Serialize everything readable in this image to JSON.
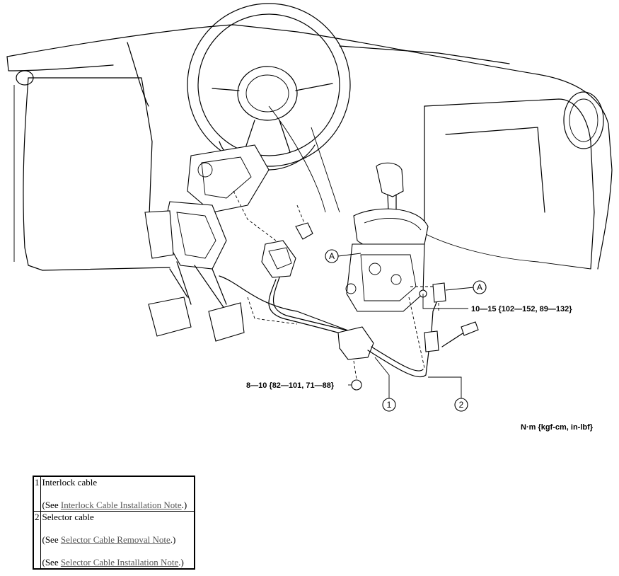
{
  "diagram": {
    "torque_labels": {
      "upper": "10—15 {102—152, 89—132}",
      "lower": "8—10 {82—101, 71—88}"
    },
    "callouts": {
      "part_1": "1",
      "part_2": "2",
      "ref_a": "A"
    },
    "unit_label": "N·m {kgf-cm, in-lbf}"
  },
  "parts_table": {
    "rows": [
      {
        "number": "1",
        "name": "Interlock cable",
        "notes": [
          {
            "prefix": "(See ",
            "link": "Interlock Cable Installation Note",
            "suffix": ".)"
          }
        ]
      },
      {
        "number": "2",
        "name": "Selector cable",
        "notes": [
          {
            "prefix": "(See ",
            "link": "Selector Cable Removal Note",
            "suffix": ".)"
          },
          {
            "prefix": "(See ",
            "link": "Selector Cable Installation Note",
            "suffix": ".)"
          }
        ]
      }
    ]
  }
}
